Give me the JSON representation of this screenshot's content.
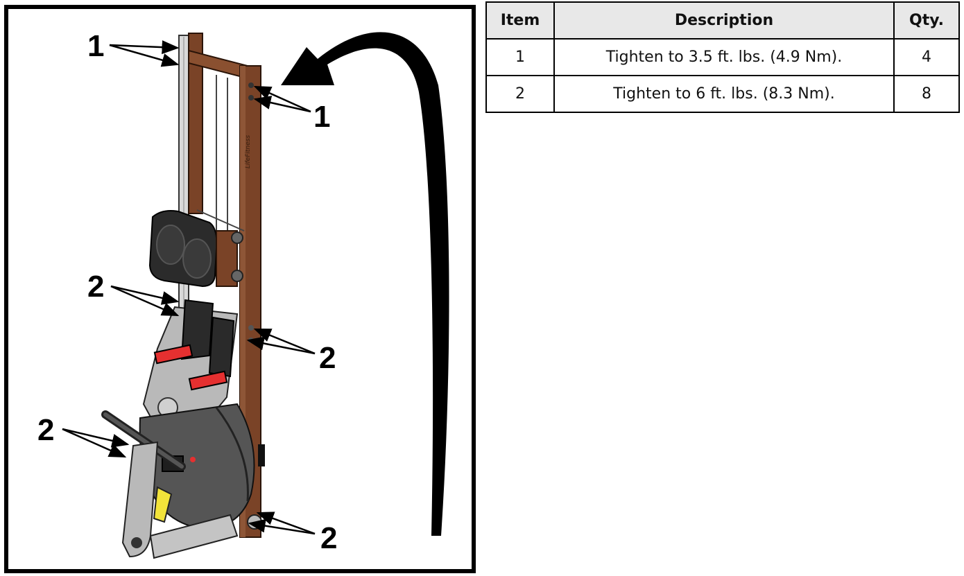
{
  "callouts": {
    "top_left": "1",
    "top_right": "1",
    "mid_left": "2",
    "mid_right": "2",
    "low_left": "2",
    "bottom_right": "2"
  },
  "table": {
    "headers": {
      "item": "Item",
      "description": "Description",
      "qty": "Qty."
    },
    "rows": [
      {
        "item": "1",
        "description": "Tighten to 3.5 ft. lbs. (4.9 Nm).",
        "qty": "4"
      },
      {
        "item": "2",
        "description": "Tighten to 6 ft. lbs. (8.3 Nm).",
        "qty": "8"
      }
    ]
  },
  "colors": {
    "wood": "#7a4327",
    "frame_gray": "#b9b9b9",
    "tank_dark": "#5a5a5a",
    "strap_red": "#e53030",
    "handle_yellow": "#f2e33a"
  }
}
